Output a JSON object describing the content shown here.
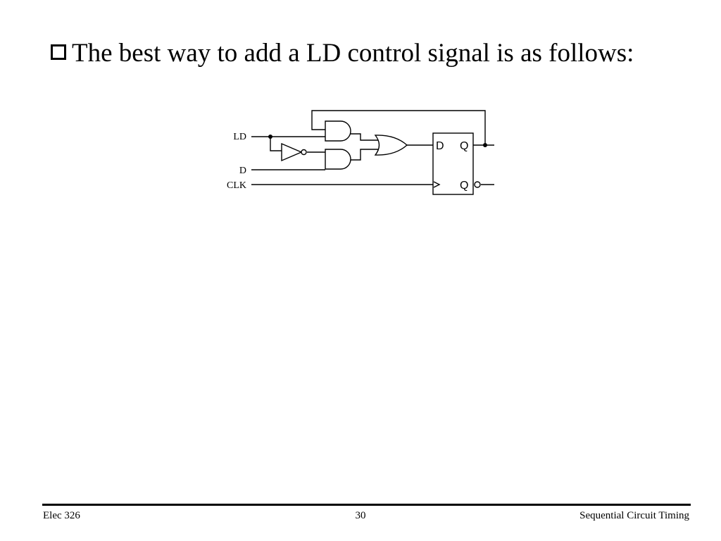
{
  "slide": {
    "title": "The best way to add a LD control signal is as follows:",
    "bullet_icon": "hollow-square-bullet"
  },
  "circuit": {
    "inputs": {
      "ld": "LD",
      "d": "D",
      "clk": "CLK"
    },
    "flipflop": {
      "d_pin": "D",
      "q_pin": "Q",
      "qbar_pin": "Q"
    },
    "gates": [
      "and-gate",
      "and-gate",
      "or-gate",
      "not-gate",
      "d-flip-flop"
    ]
  },
  "footer": {
    "course": "Elec 326",
    "page": "30",
    "topic": "Sequential Circuit Timing"
  }
}
